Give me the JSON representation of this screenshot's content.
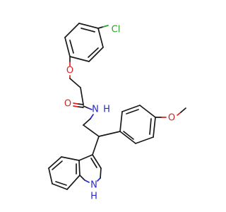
{
  "molecule": {
    "atom_labels": {
      "chlorine": "Cl",
      "ether_oxygen": "O",
      "carbonyl_oxygen": "O",
      "amide_n": "N",
      "amide_h": "H",
      "methoxy_oxygen": "O",
      "indole_n": "N",
      "indole_h": "H"
    },
    "element_colors": {
      "carbon": "#1a1a1a",
      "oxygen": "#d82424",
      "nitrogen": "#2828d0",
      "chlorine": "#2e9e2e"
    }
  }
}
